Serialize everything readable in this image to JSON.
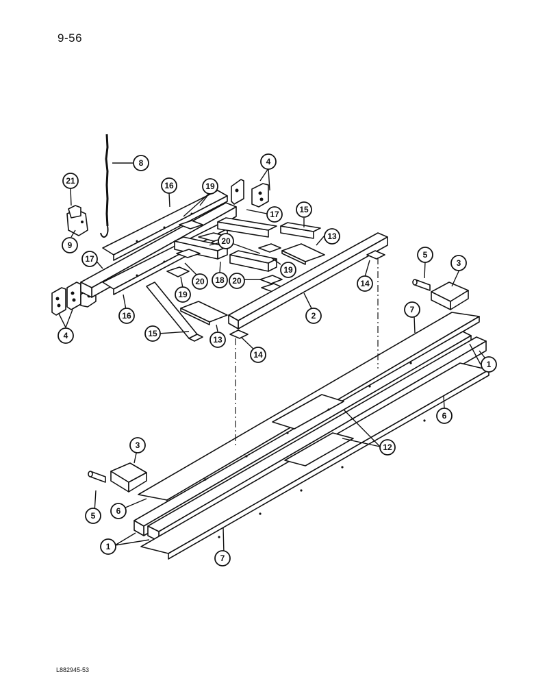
{
  "page": {
    "page_number": "9-56",
    "reference_code": "L882945-53"
  },
  "callouts": {
    "c1a": "1",
    "c1b": "1",
    "c2": "2",
    "c3a": "3",
    "c3b": "3",
    "c4a": "4",
    "c4b": "4",
    "c5a": "5",
    "c5b": "5",
    "c6a": "6",
    "c6b": "6",
    "c7a": "7",
    "c7b": "7",
    "c8": "8",
    "c9": "9",
    "c12": "12",
    "c13a": "13",
    "c13b": "13",
    "c14a": "14",
    "c14b": "14",
    "c15a": "15",
    "c15b": "15",
    "c16a": "16",
    "c16b": "16",
    "c17a": "17",
    "c17b": "17",
    "c18": "18",
    "c19a": "19",
    "c19b": "19",
    "c19c": "19",
    "c20a": "20",
    "c20b": "20",
    "c20c": "20",
    "c21": "21"
  }
}
